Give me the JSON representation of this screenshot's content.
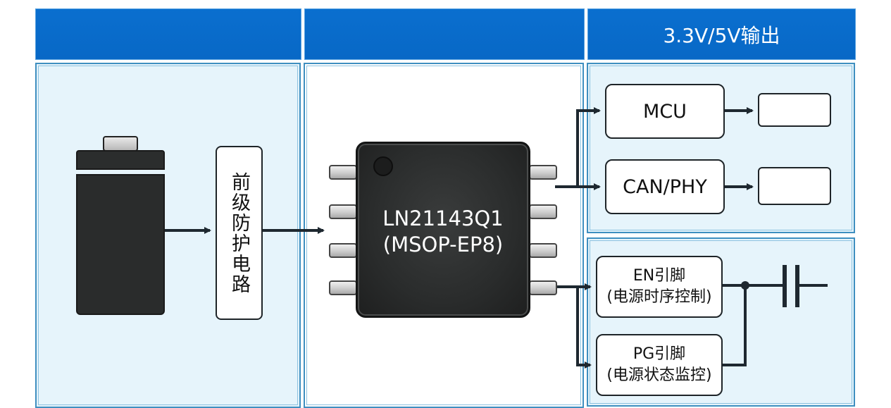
{
  "headers": [
    {
      "label": ""
    },
    {
      "label": ""
    },
    {
      "label": "3.3V/5V输出"
    }
  ],
  "input_section": {
    "battery_icon": "battery-icon",
    "protection_circuit_label": "前级防护电路"
  },
  "chip": {
    "part_number": "LN21143Q1",
    "package": "(MSOP-EP8)",
    "pin_count": 8
  },
  "outputs": {
    "mcu_label": "MCU",
    "can_phy_label": "CAN/PHY",
    "mcu_load_label": "",
    "can_load_label": ""
  },
  "control": {
    "en_pin_title": "EN引脚",
    "en_pin_desc": "(电源时序控制)",
    "pg_pin_title": "PG引脚",
    "pg_pin_desc": "(电源状态监控)",
    "capacitor_icon": "capacitor-icon"
  },
  "colors": {
    "header_blue": "#0a6fcf",
    "panel_bg": "#e6f4fb",
    "panel_border": "#3f8fc0",
    "wire": "#1e2830",
    "chip_body": "#2a2c2c"
  }
}
